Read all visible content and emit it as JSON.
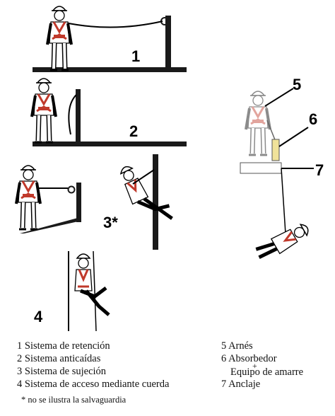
{
  "labels": {
    "n1": "1",
    "n2": "2",
    "n3": "3*",
    "n4": "4",
    "n5": "5",
    "n6": "6",
    "n7": "7"
  },
  "legend_left": [
    "1 Sistema de retención",
    "2 Sistema anticaídas",
    "3 Sistema de sujeción",
    "4 Sistema de acceso mediante cuerda"
  ],
  "legend_right": {
    "l5": "5 Arnés",
    "l6": "6 Absorbedor",
    "plus": "+",
    "equipo": "Equipo de amarre",
    "l7": "7 Anclaje"
  },
  "footnote": "* no se ilustra la salvaguardia",
  "colors": {
    "harness": "#c0392b",
    "metal": "#1a1a1a",
    "faded": "#e8aab4",
    "absorber": "#f0e29a"
  }
}
